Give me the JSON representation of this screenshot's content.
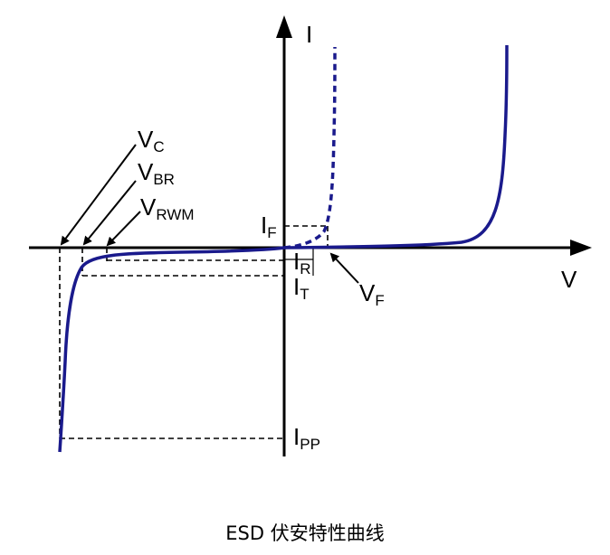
{
  "colors": {
    "curve": "#1a1a8c",
    "axis": "#000000",
    "guide": "#000000"
  },
  "axes": {
    "y_label": "I",
    "x_label": "V"
  },
  "labels": {
    "vc": {
      "main": "V",
      "sub": "C"
    },
    "vbr": {
      "main": "V",
      "sub": "BR"
    },
    "vrwm": {
      "main": "V",
      "sub": "RWM"
    },
    "if": {
      "main": "I",
      "sub": "F"
    },
    "ir": {
      "main": "I",
      "sub": "R"
    },
    "it": {
      "main": "I",
      "sub": "T"
    },
    "vf": {
      "main": "V",
      "sub": "F"
    },
    "ipp": {
      "main": "I",
      "sub": "PP"
    }
  },
  "caption": "ESD 伏安特性曲线"
}
